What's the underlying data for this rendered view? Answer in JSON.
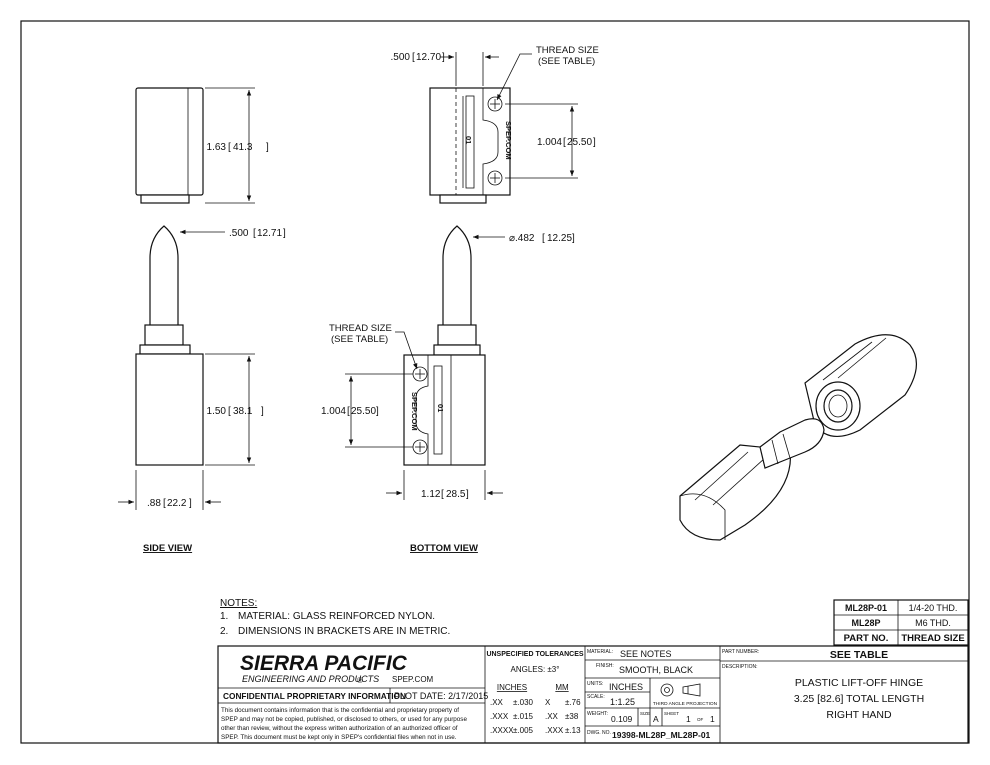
{
  "views": {
    "side_label": "SIDE VIEW",
    "bottom_label": "BOTTOM VIEW"
  },
  "dims": {
    "top_width": ".500",
    "top_width_mm": "12.70",
    "thread_size_top_1": "THREAD SIZE",
    "thread_size_top_2": "(SEE TABLE)",
    "side_height_top": "1.63",
    "side_height_top_mm": "41.3",
    "top_spacing": "1.004",
    "top_spacing_mm": "25.50",
    "pin_dia": ".500",
    "pin_dia_mm": "12.71",
    "pin_dia_bottom": "⌀.482",
    "pin_dia_bottom_mm": "12.25",
    "thread_size_bot_1": "THREAD SIZE",
    "thread_size_bot_2": "(SEE TABLE)",
    "bottom_spacing": "1.004",
    "bottom_spacing_mm": "25.50",
    "side_height_bottom": "1.50",
    "side_height_bottom_mm": "38.1",
    "side_width": ".88",
    "side_width_mm": "22.2",
    "bottom_width": "1.12",
    "bottom_width_mm": "28.5",
    "part_mark": "SPEP.COM",
    "part_id": "01"
  },
  "notes": {
    "title": "NOTES:",
    "items": [
      {
        "num": "1.",
        "text": "MATERIAL: GLASS REINFORCED NYLON."
      },
      {
        "num": "2.",
        "text": "DIMENSIONS IN BRACKETS ARE IN METRIC."
      }
    ]
  },
  "thread_table": {
    "rows": [
      {
        "part": "ML28P-01",
        "thread": "1/4-20 THD."
      },
      {
        "part": "ML28P",
        "thread": "M6 THD."
      }
    ],
    "header": {
      "part": "PART NO.",
      "thread": "THREAD SIZE"
    }
  },
  "title_block": {
    "company": "SIERRA PACIFIC",
    "company_sub": "ENGINEERING AND PRODUCTS",
    "registered": "®",
    "website": "SPEP.COM",
    "confidential_label": "CONFIDENTIAL PROPRIETARY INFORMATION",
    "plot_date": "PLOT DATE: 2/17/2015",
    "confidential_text": [
      "This document contains information that is the confidential and proprietary property of",
      "SPEP and may not be copied, published, or disclosed to others, or used for any purpose",
      "other than review, without the express written authorization of an authorized officer of",
      "SPEP. This document must be kept only in SPEP's confidential files when not in use."
    ],
    "tol_title": "UNSPECIFIED TOLERANCES",
    "angles": "ANGLES: ±3°",
    "inches_head": "INCHES",
    "mm_head": "MM",
    "tol_rows": [
      {
        "in_fmt": ".XX",
        "in_val": "±.030",
        "mm_fmt": "X",
        "mm_val": "±.76"
      },
      {
        "in_fmt": ".XXX",
        "in_val": "±.015",
        "mm_fmt": ".XX",
        "mm_val": "±38"
      },
      {
        "in_fmt": ".XXXX",
        "in_val": "±.005",
        "mm_fmt": ".XXX",
        "mm_val": "±.13"
      }
    ],
    "material_label": "MATERIAL:",
    "material": "SEE NOTES",
    "finish_label": "FINISH:",
    "finish": "SMOOTH, BLACK",
    "units_label": "UNITS:",
    "units": "INCHES",
    "scale_label": "SCALE:",
    "scale": "1:1.25",
    "projection_label": "THIRD ANGLE PROJECTION",
    "weight_label": "WEIGHT:",
    "weight": "0.109",
    "size_label": "SIZE",
    "size": "A",
    "sheet_label": "SHEET",
    "sheet_num": "1",
    "of_label": "OF",
    "sheet_total": "1",
    "dwg_label": "DWG. NO.",
    "dwg_no": "19398-ML28P_ML28P-01",
    "part_number_label": "PART NUMBER:",
    "part_number": "SEE TABLE",
    "description_label": "DESCRIPTION:",
    "description": [
      "PLASTIC LIFT-OFF HINGE",
      "3.25 [82.6] TOTAL LENGTH",
      "RIGHT HAND"
    ]
  }
}
